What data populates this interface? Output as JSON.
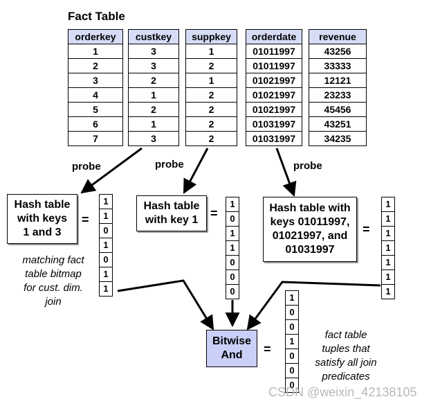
{
  "title": "Fact Table",
  "fact_table": {
    "columns": [
      {
        "header": "orderkey",
        "values": [
          "1",
          "2",
          "3",
          "4",
          "5",
          "6",
          "7"
        ]
      },
      {
        "header": "custkey",
        "values": [
          "3",
          "3",
          "2",
          "1",
          "2",
          "1",
          "3"
        ]
      },
      {
        "header": "suppkey",
        "values": [
          "1",
          "2",
          "1",
          "2",
          "2",
          "2",
          "2"
        ]
      },
      {
        "header": "orderdate",
        "values": [
          "01011997",
          "01011997",
          "01021997",
          "01021997",
          "01021997",
          "01031997",
          "01031997"
        ]
      },
      {
        "header": "revenue",
        "values": [
          "43256",
          "33333",
          "12121",
          "23233",
          "45456",
          "43251",
          "34235"
        ]
      }
    ]
  },
  "probe_labels": [
    "probe",
    "probe",
    "probe"
  ],
  "hash_tables": [
    {
      "text": "Hash table\nwith keys\n1 and 3"
    },
    {
      "text": "Hash table\nwith key 1"
    },
    {
      "text": "Hash table with\nkeys 01011997,\n01021997, and\n01031997"
    }
  ],
  "equals": "=",
  "bitmaps": [
    [
      "1",
      "1",
      "0",
      "1",
      "0",
      "1",
      "1"
    ],
    [
      "1",
      "0",
      "1",
      "1",
      "0",
      "0",
      "0"
    ],
    [
      "1",
      "1",
      "1",
      "1",
      "1",
      "1",
      "1"
    ]
  ],
  "result_bitmap": [
    "1",
    "0",
    "0",
    "1",
    "0",
    "0",
    "0"
  ],
  "note_left": "matching fact\ntable bitmap\nfor cust. dim.\njoin",
  "bitwise_and": "Bitwise\nAnd",
  "note_right": "fact table\ntuples that\nsatisfy all join\npredicates",
  "watermark": "CSDN @weixin_42138105"
}
